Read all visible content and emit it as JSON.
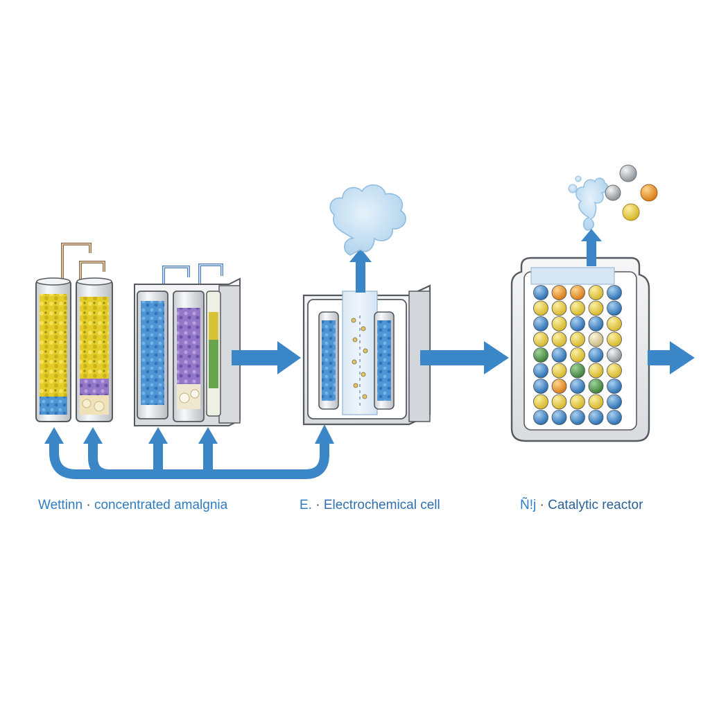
{
  "colors": {
    "flow_arrow": "#3b86c6",
    "ammonia_yellow": "#e8d12c",
    "electrolyte_blue": "#4e95d4",
    "absorbent_purple": "#8a6ac2",
    "catalyst_orange": "#e9952a",
    "catalyst_green": "#4f9a4a",
    "vapor": "#bcd9ee",
    "vessel_gray": "#e9eaec",
    "outline": "#555a60"
  },
  "icons": [
    "absorption-columns-icon",
    "washing-module-icon",
    "electrochemical-cell-icon",
    "catalytic-reactor-icon",
    "vapor-cloud-icon",
    "gas-molecules-icon",
    "recycle-arrow-icon",
    "flow-arrow-icon"
  ],
  "stages": [
    {
      "code": "Wettinn",
      "separator": "·",
      "name": "concentrated amalgnia"
    },
    {
      "code": "E.",
      "separator": "·",
      "name": "Electrochemical cell"
    },
    {
      "code": "Ñ!j",
      "separator": "·",
      "name": "Catalytic reactor"
    }
  ]
}
